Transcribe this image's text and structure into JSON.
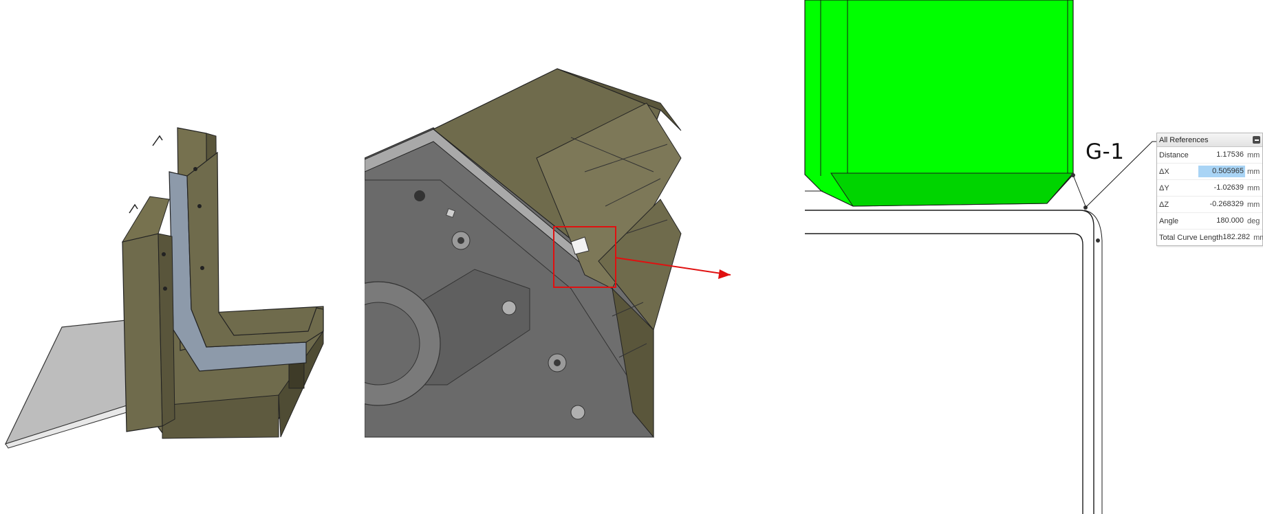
{
  "callout": {
    "label": "G-1"
  },
  "measurement_panel": {
    "title": "All References",
    "rows": [
      {
        "label": "Distance",
        "value": "1.17536",
        "unit": "mm"
      },
      {
        "label": "ΔX",
        "value": "0.505965",
        "unit": "mm",
        "selected": true
      },
      {
        "label": "ΔY",
        "value": "-1.02639",
        "unit": "mm"
      },
      {
        "label": "ΔZ",
        "value": "-0.268329",
        "unit": "mm"
      },
      {
        "label": "Angle",
        "value": "180.000",
        "unit": "deg"
      },
      {
        "label": "Total Curve Length",
        "value": "182.282",
        "unit": "mm"
      }
    ]
  },
  "colors": {
    "part_olive": "#6f6b4c",
    "part_olive_dark": "#4f4c34",
    "part_highlight_green": "#00ff00",
    "steel_blue": "#8d9aaa",
    "sheet_gray": "#bdbdbd",
    "callout_box_red": "#e01010",
    "selected_value_bg": "#a9d4f5"
  },
  "icons": {
    "collapse": "minus-square-icon",
    "arrow": "arrow-right-icon"
  }
}
